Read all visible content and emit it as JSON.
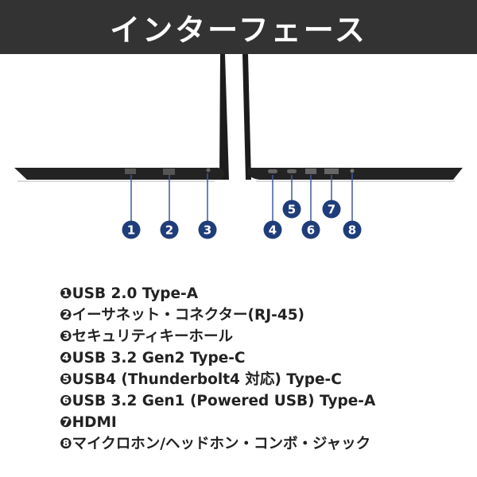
{
  "title": "インターフェース",
  "badge_color": "#1f3d7a",
  "callouts": [
    "1",
    "2",
    "3",
    "4",
    "5",
    "6",
    "7",
    "8"
  ],
  "ports": [
    "❶USB 2.0 Type-A",
    "❷イーサネット・コネクター(RJ-45)",
    "❸セキュリティキーホール",
    "❹USB 3.2 Gen2 Type-C",
    "❺USB4 (Thunderbolt4 対応) Type-C",
    "❻USB 3.2 Gen1 (Powered USB) Type-A",
    "❼HDMI",
    "❽マイクロホン/ヘッドホン・コンボ・ジャック"
  ]
}
